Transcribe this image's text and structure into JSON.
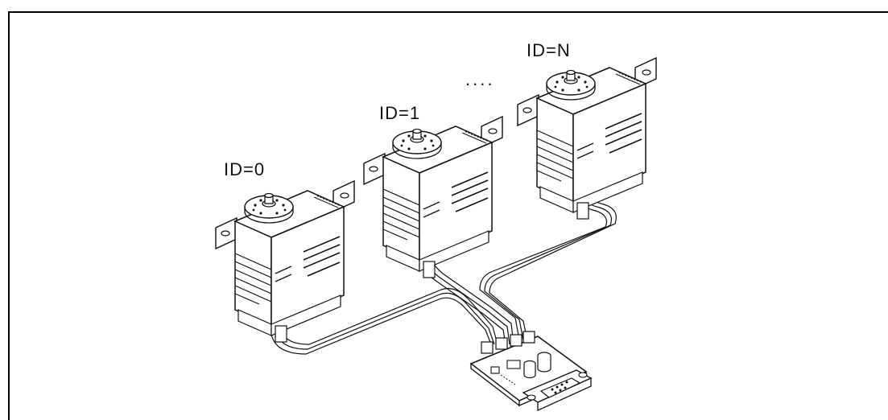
{
  "labels": {
    "servo_0": "ID=0",
    "servo_1": "ID=1",
    "servo_n": "ID=N",
    "ellipsis": "...."
  }
}
